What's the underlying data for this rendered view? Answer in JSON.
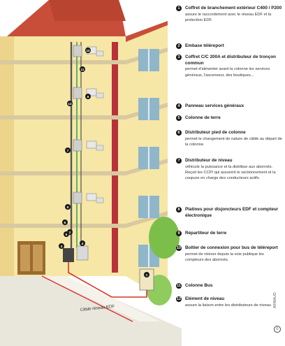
{
  "diagram": {
    "ground_label": "Câble réseau EDF",
    "callouts": [
      "1",
      "2",
      "3",
      "4",
      "5",
      "6",
      "7",
      "8",
      "9",
      "10",
      "11",
      "12"
    ]
  },
  "legend": [
    {
      "num": "1",
      "title": "Coffret de branchement extérieur C400 / P200",
      "desc": "assure le raccordement avec le réseau EDF et la protection EDF."
    },
    {
      "num": "2",
      "title": "Embase téléreport",
      "desc": ""
    },
    {
      "num": "3",
      "title": "Coffret C/C 200A et distributeur de tronçon commun",
      "desc": "permet d'alimenter avant la colonne les services généraux, l'ascenseur, des boutiques..."
    },
    {
      "num": "4",
      "title": "Panneau services généraux",
      "desc": ""
    },
    {
      "num": "5",
      "title": "Colonne de terre",
      "desc": ""
    },
    {
      "num": "6",
      "title": "Distributeur pied de colonne",
      "desc": "permet le changement de nature de câble au départ de la colonne."
    },
    {
      "num": "7",
      "title": "Distributeur de niveau",
      "desc": "véhicule la puissance et la distribue aux abonnés. Reçoit les CCPI qui assurent le sectionnement et la coupure en charge des conducteurs actifs."
    },
    {
      "num": "8",
      "title": "Platines pour disjoncteurs EDF et compteur électronique",
      "desc": ""
    },
    {
      "num": "9",
      "title": "Répartiteur de terre",
      "desc": ""
    },
    {
      "num": "10",
      "title": "Boîtier de connexion pour bus de téléreport",
      "desc": "permet de relever depuis la voie publique les compteurs des abonnés."
    },
    {
      "num": "11",
      "title": "Colonne Bus",
      "desc": ""
    },
    {
      "num": "12",
      "title": "Elément de niveau",
      "desc": "assure la liaison entre les distributeurs de niveau"
    }
  ],
  "credit": {
    "text": "ARNAUD",
    "mark": "©"
  },
  "colors": {
    "wall": "#f6e7a6",
    "wall_shadow": "#ecd58a",
    "floor_slab": "#d9c9a0",
    "brick": "#d2543f",
    "roof": "#c94e3a",
    "window": "#8fb6c9",
    "red_pillar": "#b8323a",
    "ground": "#e9e6dc",
    "cable_red": "#d8322a",
    "cable_green": "#3aa655",
    "cabinet": "#cfcfcf",
    "tree": "#7bbf4a"
  }
}
